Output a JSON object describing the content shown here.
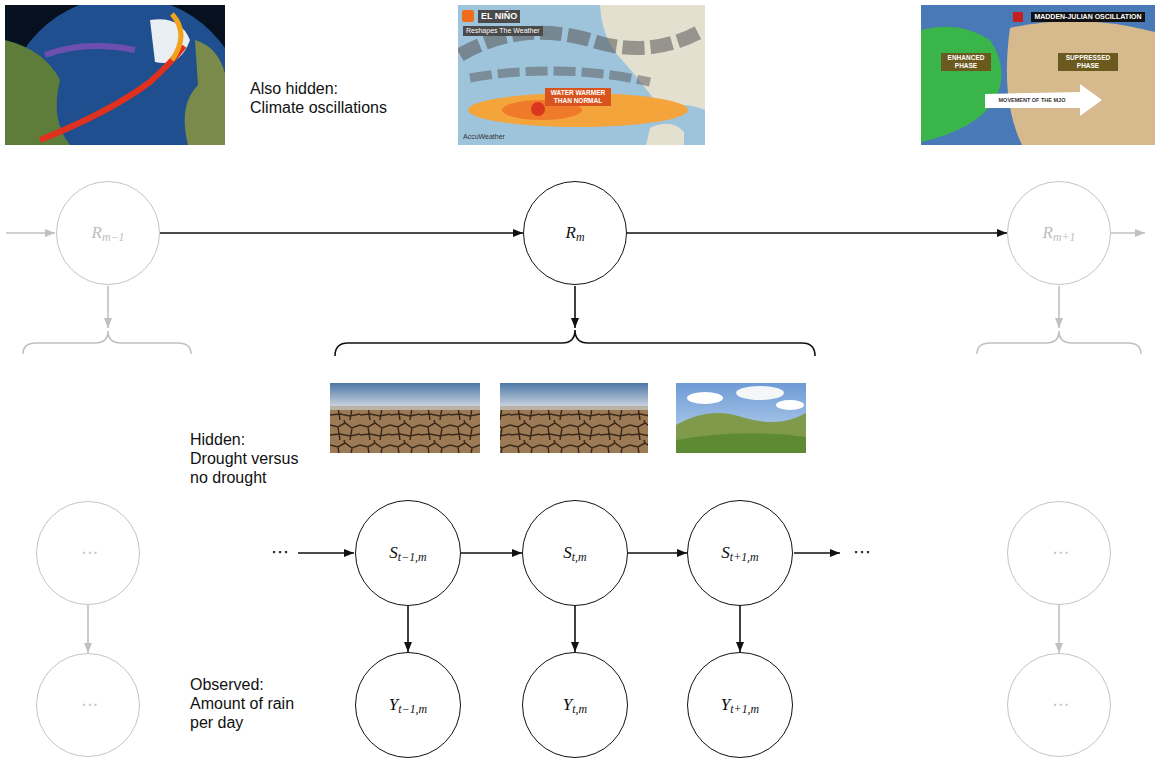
{
  "diagram": {
    "nodes": [
      {
        "text": [
          "Rm−1"
        ]
      },
      {
        "text": [
          "Rm"
        ]
      },
      {
        "text": [
          "Rm+1"
        ]
      },
      {
        "text": [
          "St−1,m"
        ]
      },
      {
        "text": [
          "St,m"
        ]
      },
      {
        "text": [
          "St+1,m"
        ]
      },
      {
        "text": [
          "Yt−1,m"
        ]
      },
      {
        "text": [
          "Yt,m"
        ]
      },
      {
        "text": [
          "Yt+1,m"
        ]
      },
      {
        "text": [
          "⋯"
        ]
      },
      {
        "text": [
          "⋯"
        ]
      },
      {
        "text": [
          "⋯"
        ]
      },
      {
        "text": [
          "⋯"
        ]
      }
    ],
    "edges": [
      {
        "from": 0,
        "to": 1,
        "arrow": "to"
      },
      {
        "from": 1,
        "to": 2,
        "arrow": "to"
      },
      {
        "from": 3,
        "to": 4,
        "arrow": "to"
      },
      {
        "from": 4,
        "to": 5,
        "arrow": "to"
      },
      {
        "from": 3,
        "to": 6,
        "arrow": "to"
      },
      {
        "from": 4,
        "to": 7,
        "arrow": "to"
      },
      {
        "from": 5,
        "to": 8,
        "arrow": "to"
      },
      {
        "from": 9,
        "to": 10,
        "arrow": "to"
      },
      {
        "from": 11,
        "to": 12,
        "arrow": "to"
      }
    ],
    "labels": [
      "Also hidden: Climate oscillations",
      "Hidden: Drought versus no drought",
      "Observed: Amount of rain per day",
      "⋯",
      "⋯",
      "EL NIÑO",
      "Reshapes The Weather",
      "WATER WARMER THAN NORMAL",
      "AccuWeather",
      "MADDEN-JULIAN OSCILLATION",
      "ENHANCED PHASE",
      "SUPPRESSED PHASE",
      "MOVEMENT OF THE MJO"
    ]
  }
}
